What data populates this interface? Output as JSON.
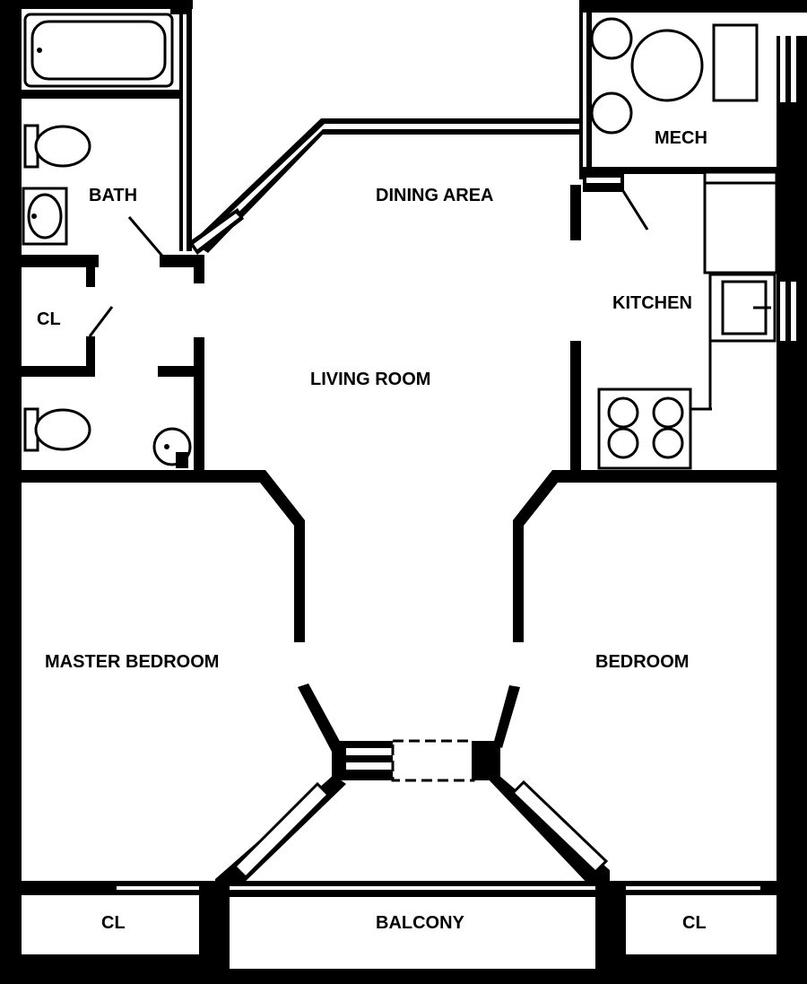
{
  "rooms": {
    "bath": "BATH",
    "dining": "DINING AREA",
    "mech": "MECH",
    "kitchen": "KITCHEN",
    "closet_hall": "CL",
    "living": "LIVING ROOM",
    "master": "MASTER BEDROOM",
    "bedroom": "BEDROOM",
    "closet_left": "CL",
    "balcony": "BALCONY",
    "closet_right": "CL"
  }
}
